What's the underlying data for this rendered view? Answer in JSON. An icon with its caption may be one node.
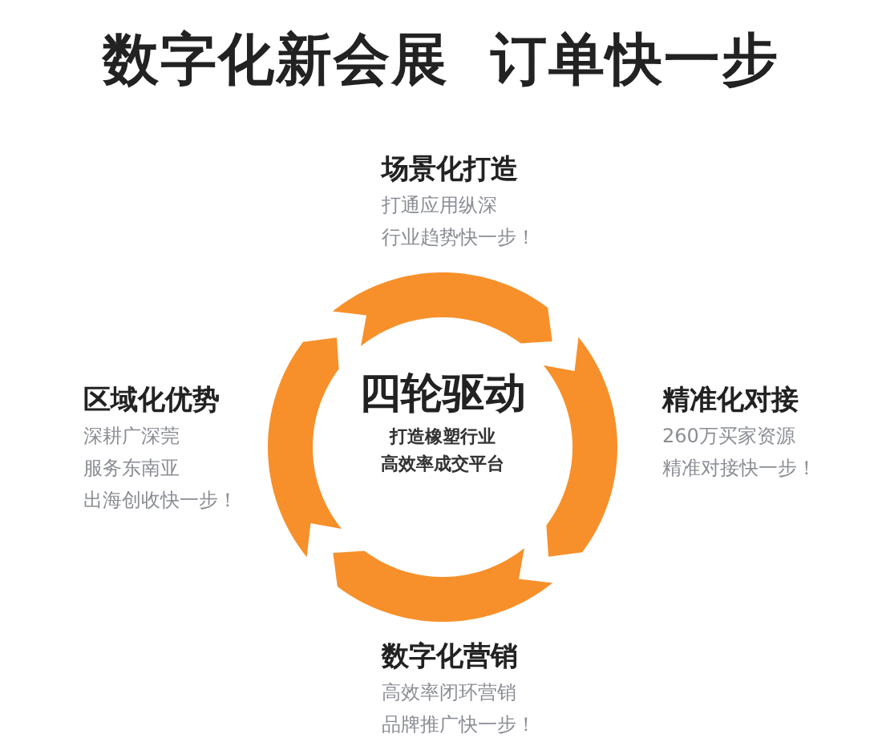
{
  "diagram": {
    "title": "数字化新会展  订单快一步",
    "nodes": [
      {
        "text": [
          "场景化打造",
          "打通应用纵深",
          "行业趋势快一步！"
        ]
      },
      {
        "text": [
          "区域化优势",
          "深耕广深莞",
          "服务东南亚",
          "出海创收快一步！"
        ]
      },
      {
        "text": [
          "四轮驱动",
          "打造橡塑行业",
          "高效率成交平台"
        ]
      },
      {
        "text": [
          "精准化对接",
          "260万买家资源",
          "精准对接快一步！"
        ]
      },
      {
        "text": [
          "数字化营销",
          "高效率闭环营销",
          "品牌推广快一步！"
        ]
      }
    ]
  }
}
